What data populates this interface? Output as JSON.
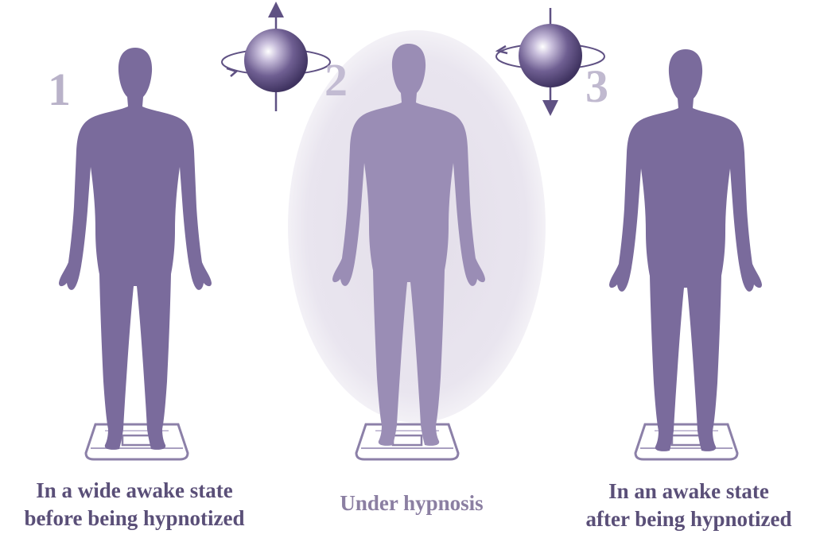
{
  "panels": [
    {
      "number": "1",
      "caption_line1": "In a wide awake state",
      "caption_line2": "before being hypnotized"
    },
    {
      "number": "2",
      "caption": "Under hypnosis"
    },
    {
      "number": "3",
      "caption_line1": "In an awake state",
      "caption_line2": "after being hypnotized"
    }
  ],
  "colors": {
    "figure": "#7a6b9c",
    "figure_faded": "#9a8db5",
    "aura": "#e9e5ef",
    "scale": "#8c80a8",
    "sphere": "#6f5f92",
    "arrow": "#5f5183",
    "caption": "#5a4f78"
  },
  "icons": [
    "spinning-sphere-up-icon",
    "spinning-sphere-down-icon",
    "scale-icon"
  ]
}
